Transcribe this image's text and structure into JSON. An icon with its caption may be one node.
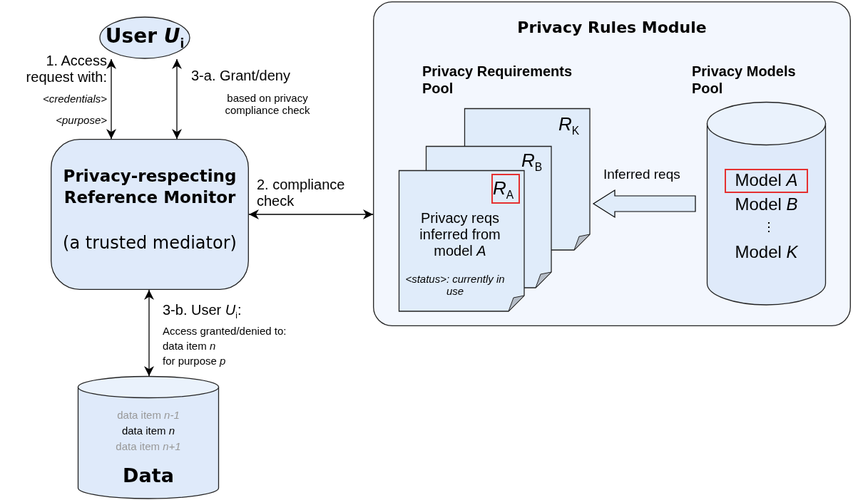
{
  "diagram": {
    "nodes": [
      {
        "text": [
          "**User** *U*$_{i}$"
        ]
      },
      {
        "text": [
          "Privacy-respecting Reference Monitor",
          "(a trusted mediator)"
        ]
      },
      {
        "text": [
          "data item *n-1*",
          "data item *n*",
          "data item *n+1*",
          "Data"
        ]
      },
      {
        "text": [
          "Privacy Rules Module"
        ]
      },
      {
        "text": [
          "*R*$_{K}$"
        ],
        "in": 3
      },
      {
        "text": [
          "*R*$_{B}$"
        ],
        "in": 3
      },
      {
        "text": [
          "*R*$_{A}$",
          "Privacy reqs inferred from model *A*",
          "<status>: currently in use"
        ],
        "in": 3
      },
      {
        "text": [
          "Model *A*",
          "Model *B*",
          "Model *K*"
        ],
        "in": 3
      }
    ],
    "edges": [
      {
        "from": 1,
        "to": 0,
        "arrow": "both",
        "label": "1. Access request with:"
      },
      {
        "from": 1,
        "to": 0,
        "arrow": "both",
        "label": "3-a. Grant/deny"
      },
      {
        "from": 1,
        "to": 3,
        "arrow": "both",
        "label": "2. compliance check"
      },
      {
        "from": 1,
        "to": 2,
        "arrow": "both",
        "label": "3-b. User *U*$_{i}$:"
      },
      {
        "from": 7,
        "to": 4,
        "arrow": "to",
        "label": "Inferred reqs",
        "style": "thick"
      }
    ],
    "labels": [
      "<credentials>",
      "<purpose>",
      "based on privacy compliance check",
      "Access granted/denied to:",
      "data item *n*",
      "for purpose *p*",
      "Privacy Requirements Pool",
      "Privacy Models Pool"
    ]
  }
}
